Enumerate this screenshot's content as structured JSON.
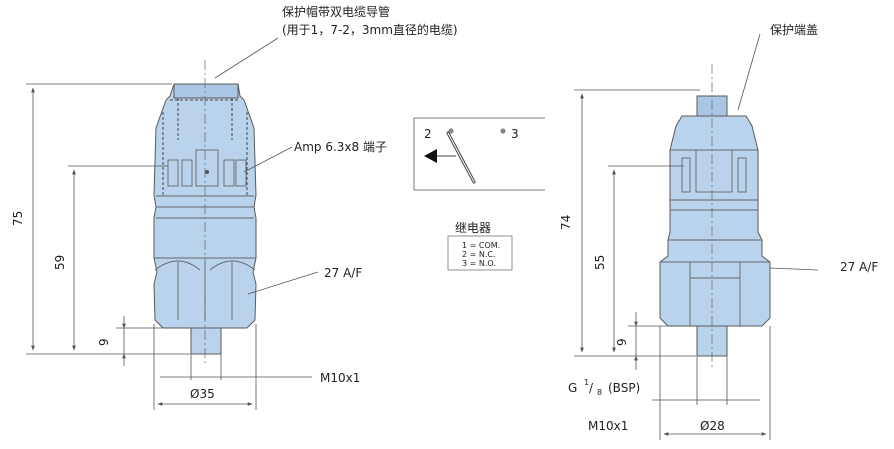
{
  "left_drawing": {
    "labels": {
      "cap_cable": "保护帽带双电缆导管",
      "cap_cable_note": "(用于1，7-2，3mm直径的电缆)",
      "terminal": "Amp 6.3x8 端子",
      "hex": "27 A/F",
      "thread": "M10x1",
      "diameter": "Ø35"
    },
    "dimensions": {
      "overall": "75",
      "body": "59",
      "thread_len": "9"
    }
  },
  "relay": {
    "title": "继电器",
    "pin2": "2",
    "pin3": "3",
    "legend": [
      "1 = COM.",
      "2 = N.C.",
      "3 = N.O."
    ]
  },
  "right_drawing": {
    "labels": {
      "end_cap": "保护端盖",
      "hex": "27 A/F",
      "bsp_g": "G",
      "bsp_num": "1",
      "bsp_den": "8",
      "bsp_unit": "(BSP)",
      "thread": "M10x1",
      "diameter": "Ø28"
    },
    "dimensions": {
      "overall": "74",
      "body": "55",
      "thread_len": "9"
    }
  }
}
